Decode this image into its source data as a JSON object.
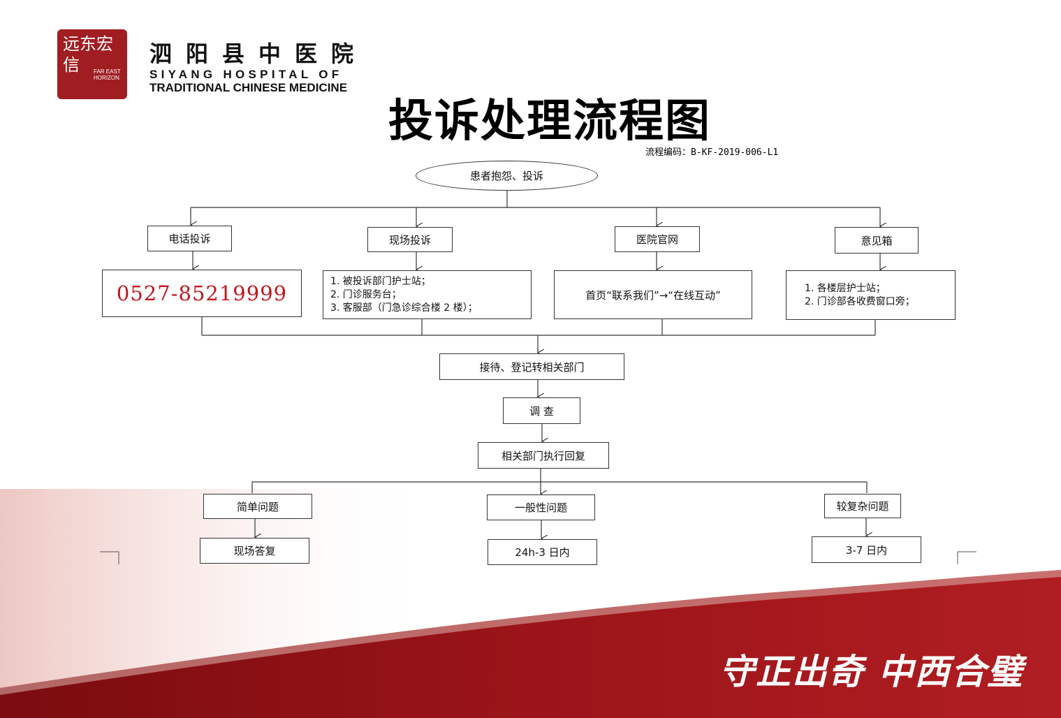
{
  "logo": {
    "calligraphy": "远东宏信",
    "english": "FAR EAST HORIZON"
  },
  "hospital": {
    "name_cn": "泗阳县中医院",
    "name_en_line1": "SIYANG HOSPITAL OF",
    "name_en_line2": "TRADITIONAL CHINESE MEDICINE"
  },
  "title": "投诉处理流程图",
  "code": "流程编码：B-KF-2019-006-L1",
  "nodes": {
    "start": "患者抱怨、投诉",
    "phone": "电话投诉",
    "onsite": "现场投诉",
    "website": "医院官网",
    "mailbox": "意见箱",
    "phone_number": "0527-85219999",
    "onsite_items": [
      "1. 被投诉部门护士站；",
      "2. 门诊服务台；",
      "3. 客服部（门急诊综合楼 2 楼）；"
    ],
    "website_detail": "首页“联系我们”→“在线互动”",
    "mailbox_items": [
      "1. 各楼层护士站；",
      "2. 门诊部各收费窗口旁；"
    ],
    "register": "接待、登记转相关部门",
    "investigate": "调 查",
    "reply": "相关部门执行回复",
    "simple": "简单问题",
    "general": "一般性问题",
    "complex": "较复杂问题",
    "simple_time": "现场答复",
    "general_time": "24h-3 日内",
    "complex_time": "3-7 日内"
  },
  "slogan": "守正出奇 中西合璧",
  "colors": {
    "brand_red": "#a01d22",
    "phone_red": "#c0161d"
  }
}
